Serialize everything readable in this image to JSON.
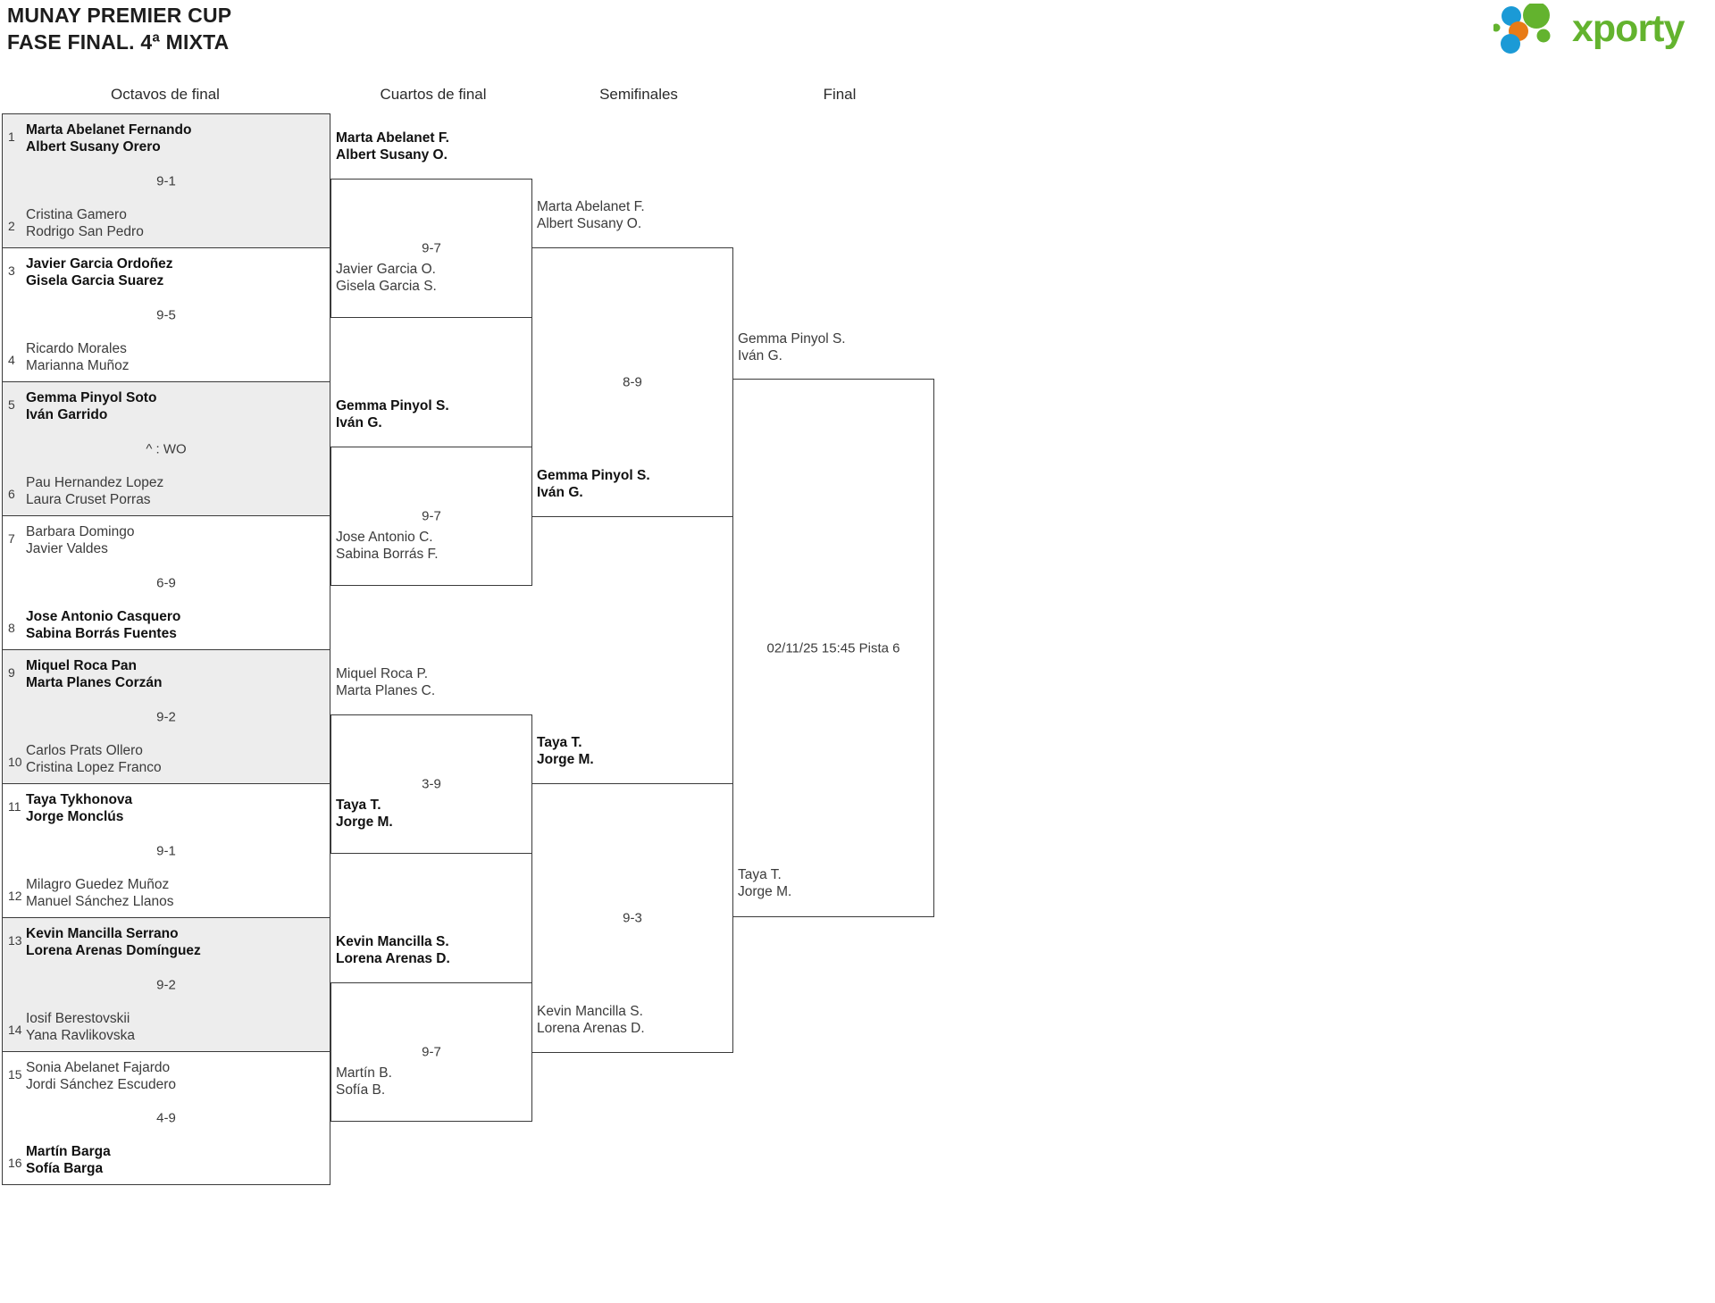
{
  "header": {
    "title_line1": "MUNAY PREMIER CUP",
    "title_line2": "FASE FINAL. 4ª MIXTA",
    "logo_word": "xporty",
    "logo_colors": {
      "green": "#63b32e",
      "blue": "#1b9ad6",
      "orange": "#e87b16"
    }
  },
  "rounds": [
    {
      "label": "Octavos de final"
    },
    {
      "label": "Cuartos de final"
    },
    {
      "label": "Semifinales"
    },
    {
      "label": "Final"
    }
  ],
  "round1": [
    {
      "seed_top": "1",
      "top_l1": "Marta Abelanet Fernando",
      "top_l2": "Albert Susany Orero",
      "seed_bot": "2",
      "bot_l1": "Cristina Gamero",
      "bot_l2": "Rodrigo San Pedro",
      "score": "9-1",
      "winner": "top",
      "shade": true
    },
    {
      "seed_top": "3",
      "top_l1": "Javier Garcia Ordoñez",
      "top_l2": "Gisela Garcia Suarez",
      "seed_bot": "4",
      "bot_l1": "Ricardo Morales",
      "bot_l2": "Marianna Muñoz",
      "score": "9-5",
      "winner": "top",
      "shade": false
    },
    {
      "seed_top": "5",
      "top_l1": "Gemma Pinyol Soto",
      "top_l2": "Iván Garrido",
      "seed_bot": "6",
      "bot_l1": "Pau Hernandez Lopez",
      "bot_l2": "Laura Cruset Porras",
      "score": "^ : WO",
      "winner": "top",
      "shade": true
    },
    {
      "seed_top": "7",
      "top_l1": "Barbara Domingo",
      "top_l2": "Javier Valdes",
      "seed_bot": "8",
      "bot_l1": "Jose Antonio Casquero",
      "bot_l2": "Sabina Borrás Fuentes",
      "score": "6-9",
      "winner": "bot",
      "shade": false
    },
    {
      "seed_top": "9",
      "top_l1": "Miquel Roca Pan",
      "top_l2": "Marta Planes Corzán",
      "seed_bot": "10",
      "bot_l1": "Carlos Prats Ollero",
      "bot_l2": "Cristina Lopez Franco",
      "score": "9-2",
      "winner": "top",
      "shade": true
    },
    {
      "seed_top": "11",
      "top_l1": "Taya Tykhonova",
      "top_l2": "Jorge Monclús",
      "seed_bot": "12",
      "bot_l1": "Milagro Guedez Muñoz",
      "bot_l2": "Manuel Sánchez Llanos",
      "score": "9-1",
      "winner": "top",
      "shade": false
    },
    {
      "seed_top": "13",
      "top_l1": "Kevin Mancilla Serrano",
      "top_l2": "Lorena Arenas Domínguez",
      "seed_bot": "14",
      "bot_l1": "Iosif Berestovskii",
      "bot_l2": "Yana Ravlikovska",
      "score": "9-2",
      "winner": "top",
      "shade": true
    },
    {
      "seed_top": "15",
      "top_l1": "Sonia Abelanet Fajardo",
      "top_l2": "Jordi Sánchez Escudero",
      "seed_bot": "16",
      "bot_l1": "Martín Barga",
      "bot_l2": "Sofía Barga",
      "score": "4-9",
      "winner": "bot",
      "shade": false
    }
  ],
  "round2": [
    {
      "top_l1": "Marta Abelanet F.",
      "top_l2": "Albert Susany O.",
      "bot_l1": "Javier Garcia O.",
      "bot_l2": "Gisela Garcia S.",
      "score": "9-7",
      "winner": "top"
    },
    {
      "top_l1": "Gemma Pinyol S.",
      "top_l2": "Iván G.",
      "bot_l1": "Jose Antonio C.",
      "bot_l2": "Sabina Borrás F.",
      "score": "9-7",
      "winner": "top"
    },
    {
      "top_l1": "Miquel Roca P.",
      "top_l2": "Marta Planes C.",
      "bot_l1": "Taya T.",
      "bot_l2": "Jorge M.",
      "score": "3-9",
      "winner": "bot"
    },
    {
      "top_l1": "Kevin Mancilla S.",
      "top_l2": "Lorena Arenas D.",
      "bot_l1": "Martín B.",
      "bot_l2": "Sofía B.",
      "score": "9-7",
      "winner": "top"
    }
  ],
  "round3": [
    {
      "top_l1": "Marta Abelanet F.",
      "top_l2": "Albert Susany O.",
      "bot_l1": "Gemma Pinyol S.",
      "bot_l2": "Iván G.",
      "score": "8-9",
      "winner": "bot"
    },
    {
      "top_l1": "Taya T.",
      "top_l2": "Jorge M.",
      "bot_l1": "Kevin Mancilla S.",
      "bot_l2": "Lorena Arenas D.",
      "score": "9-3",
      "winner": "top"
    }
  ],
  "round4": {
    "top_l1": "Gemma Pinyol S.",
    "top_l2": "Iván G.",
    "bot_l1": "Taya T.",
    "bot_l2": "Jorge M.",
    "score": "02/11/25 15:45 Pista 6",
    "winner": "none"
  }
}
